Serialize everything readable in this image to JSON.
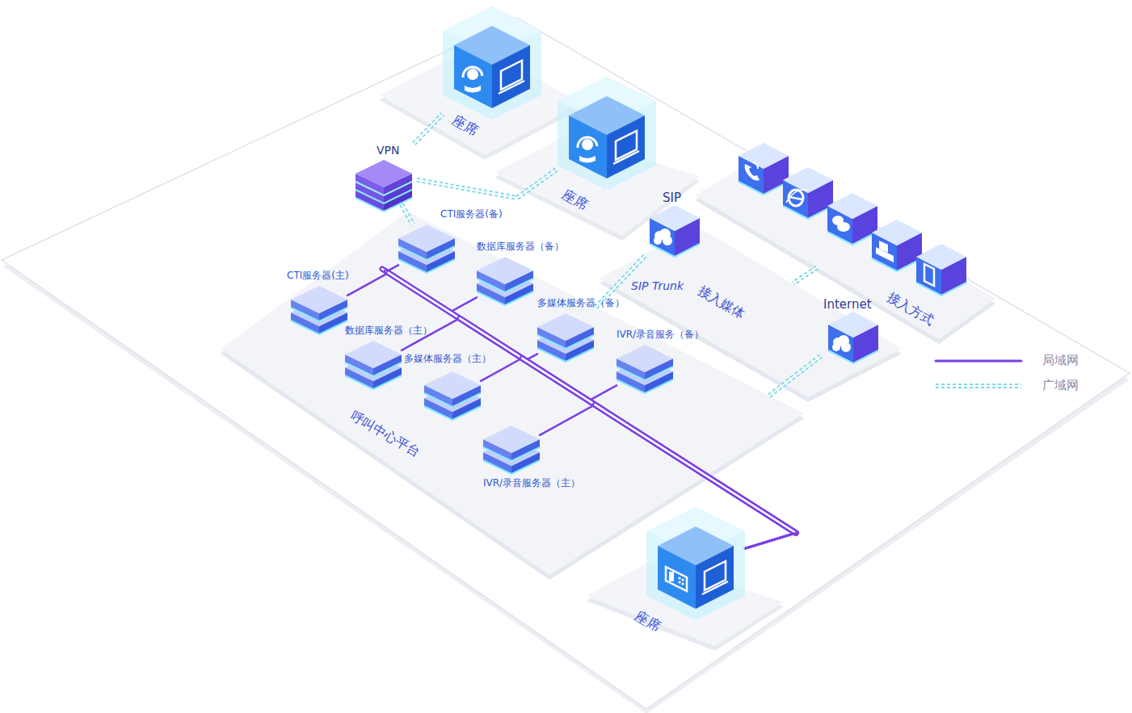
{
  "diagram": {
    "nodes": [
      {
        "text": [
          "座席"
        ]
      },
      {
        "text": [
          "座席"
        ]
      },
      {
        "text": [
          "VPN"
        ]
      },
      {
        "text": [
          "接入方式"
        ]
      },
      {
        "text": [
          "接入媒体"
        ]
      },
      {
        "text": [
          "SIP"
        ],
        "in": 4
      },
      {
        "text": [
          "Internet"
        ],
        "in": 4
      },
      {
        "text": [
          "呼叫中心平台"
        ]
      },
      {
        "text": [
          "CTI服务器(备)"
        ],
        "in": 7
      },
      {
        "text": [
          "数据库服务器（备）"
        ],
        "in": 7
      },
      {
        "text": [
          "多媒体服务器（备）"
        ],
        "in": 7
      },
      {
        "text": [
          "IVR/录音服务（备）"
        ],
        "in": 7
      },
      {
        "text": [
          "CTI服务器(主)"
        ],
        "in": 7
      },
      {
        "text": [
          "数据库服务器（主）"
        ],
        "in": 7
      },
      {
        "text": [
          "多媒体服务器（主）"
        ],
        "in": 7
      },
      {
        "text": [
          "IVR/录音服务器（主）"
        ],
        "in": 7
      },
      {
        "text": [
          "座席"
        ]
      }
    ],
    "edges": [
      {
        "from": 2,
        "to": 0,
        "arrow": "none"
      },
      {
        "from": 2,
        "to": 1,
        "arrow": "none"
      },
      {
        "from": 2,
        "to": 8,
        "arrow": "none"
      },
      {
        "from": 5,
        "to": 7,
        "label": "SIP Trunk",
        "arrow": "none"
      },
      {
        "from": 6,
        "to": 7,
        "arrow": "none"
      },
      {
        "from": 3,
        "to": 4,
        "arrow": "none"
      },
      {
        "from": 8,
        "to": 16,
        "arrow": "none"
      },
      {
        "from": 9,
        "to": 16,
        "arrow": "none"
      },
      {
        "from": 10,
        "to": 16,
        "arrow": "none"
      },
      {
        "from": 11,
        "to": 16,
        "arrow": "none"
      },
      {
        "from": 12,
        "to": 16,
        "arrow": "none"
      },
      {
        "from": 13,
        "to": 16,
        "arrow": "none"
      },
      {
        "from": 14,
        "to": 16,
        "arrow": "none"
      },
      {
        "from": 15,
        "to": 16,
        "arrow": "none"
      }
    ],
    "legend": [
      {
        "text": "局域网"
      },
      {
        "text": "广域网"
      }
    ]
  }
}
